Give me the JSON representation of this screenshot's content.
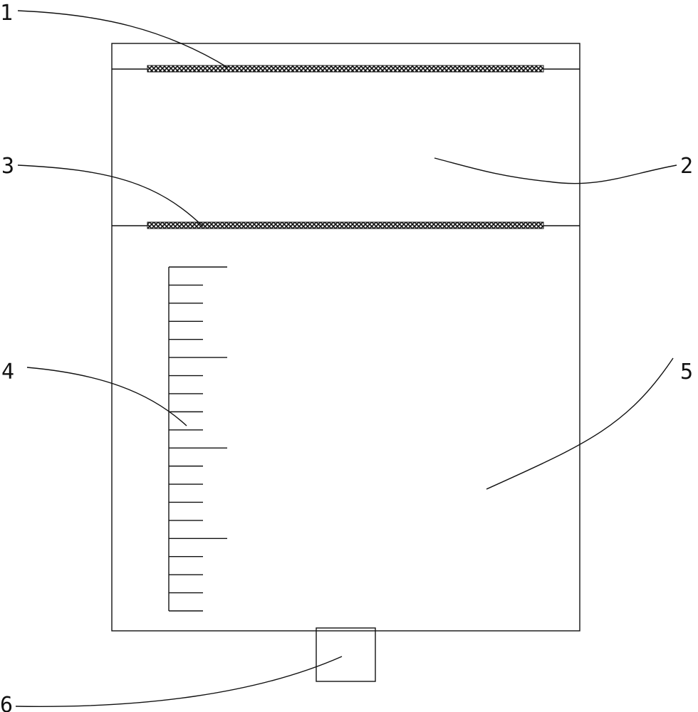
{
  "labels": {
    "l1": "1",
    "l2": "2",
    "l3": "3",
    "l4": "4",
    "l5": "5",
    "l6": "6"
  },
  "scale": {
    "tick_count": 20,
    "major_every": 5
  },
  "colors": {
    "line": "#111111",
    "background": "#ffffff"
  }
}
